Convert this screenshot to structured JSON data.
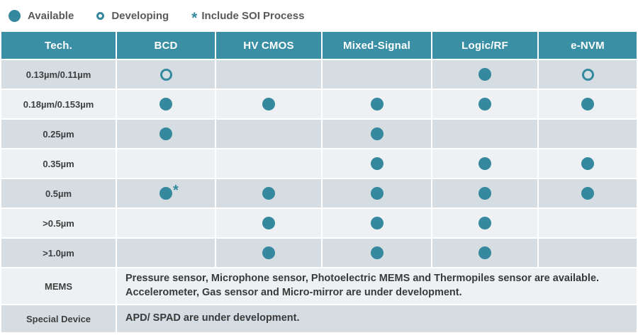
{
  "legend": {
    "available_label": "Available",
    "developing_label": "Developing",
    "soi_symbol": "*",
    "soi_label": "Include SOI Process"
  },
  "chart_data": {
    "type": "table",
    "columns": [
      "Tech.",
      "BCD",
      "HV CMOS",
      "Mixed-Signal",
      "Logic/RF",
      "e-NVM"
    ],
    "mark_meaning": {
      "filled": "Available",
      "open": "Developing",
      "filled-star": "Available, Include SOI Process",
      "none": "Not offered"
    },
    "rows": [
      {
        "label": "0.13µm/0.11µm",
        "cells": [
          "open",
          "none",
          "none",
          "filled",
          "open"
        ]
      },
      {
        "label": "0.18µm/0.153µm",
        "cells": [
          "filled",
          "filled",
          "filled",
          "filled",
          "filled"
        ]
      },
      {
        "label": "0.25µm",
        "cells": [
          "filled",
          "none",
          "filled",
          "none",
          "none"
        ]
      },
      {
        "label": "0.35µm",
        "cells": [
          "none",
          "none",
          "filled",
          "filled",
          "filled"
        ]
      },
      {
        "label": "0.5µm",
        "cells": [
          "filled-star",
          "filled",
          "filled",
          "filled",
          "filled"
        ]
      },
      {
        "label": ">0.5µm",
        "cells": [
          "none",
          "filled",
          "filled",
          "filled",
          "none"
        ]
      },
      {
        "label": ">1.0µm",
        "cells": [
          "none",
          "filled",
          "filled",
          "filled",
          "none"
        ]
      }
    ],
    "text_rows": [
      {
        "label": "MEMS",
        "lines": [
          "Pressure sensor, Microphone sensor, Photoelectric MEMS and Thermopiles sensor are available.",
          "Accelerometer, Gas sensor and Micro-mirror are under development."
        ]
      },
      {
        "label": "Special Device",
        "lines": [
          "APD/ SPAD are under development."
        ]
      }
    ]
  },
  "colors": {
    "teal": "#3a8fa4",
    "dot": "#35889e",
    "row-dark": "#d5dde2",
    "row-light": "#edf1f3"
  }
}
